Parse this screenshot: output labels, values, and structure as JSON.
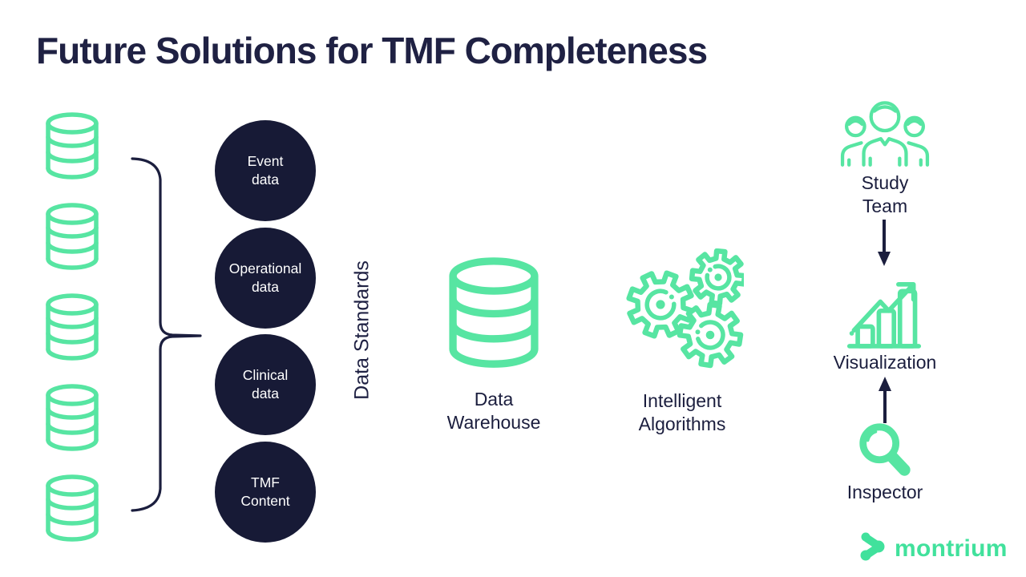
{
  "title": "Future Solutions for TMF Completeness",
  "colors": {
    "accent_green": "#57e5a2",
    "logo_green": "#41e19c",
    "navy_text": "#1b1e3e",
    "circle_fill": "#171a36"
  },
  "left_sources": {
    "icon": "database-icon",
    "count": 5
  },
  "data_types": [
    {
      "label": "Event\ndata"
    },
    {
      "label": "Operational\ndata"
    },
    {
      "label": "Clinical\ndata"
    },
    {
      "label": "TMF\nContent"
    }
  ],
  "data_standards_label": "Data Standards",
  "warehouse": {
    "icon": "database-icon",
    "label": "Data\nWarehouse"
  },
  "algorithms": {
    "icon": "gears-icon",
    "label": "Intelligent\nAlgorithms"
  },
  "output_flow": {
    "study_team": {
      "icon": "team-icon",
      "label": "Study\nTeam"
    },
    "visualization": {
      "icon": "trend-bar-chart-icon",
      "label": "Visualization"
    },
    "inspector": {
      "icon": "magnifier-icon",
      "label": "Inspector"
    }
  },
  "logo": {
    "mark": "montrium-mark-icon",
    "text": "montrium"
  }
}
